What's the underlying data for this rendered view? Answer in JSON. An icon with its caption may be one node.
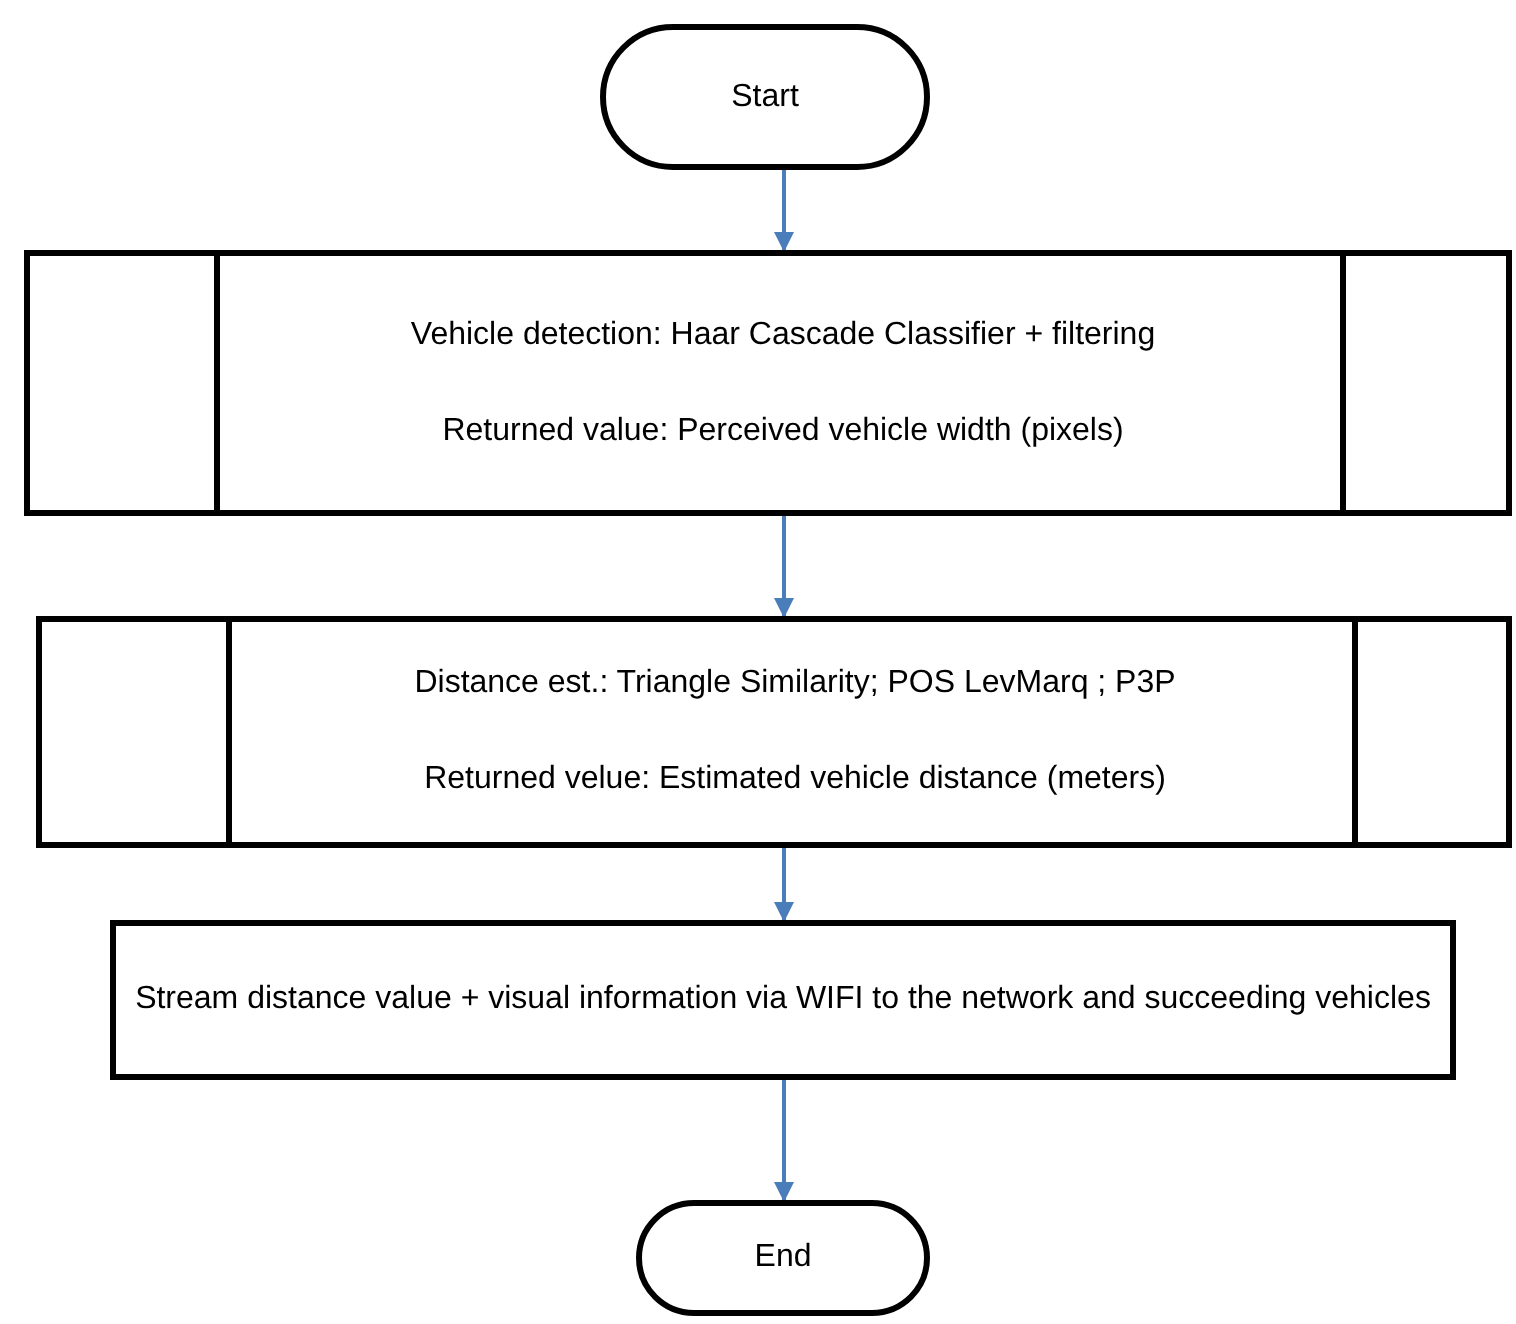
{
  "diagram": {
    "nodes": [
      {
        "text": [
          "Start"
        ]
      },
      {
        "text": [
          "Vehicle detection: Haar Cascade Classifier + filtering",
          "Returned value: Perceived vehicle width (pixels)"
        ]
      },
      {
        "text": [
          "Distance est.: Triangle Similarity; POS LevMarq ; P3P",
          "Returned velue: Estimated vehicle distance (meters)"
        ]
      },
      {
        "text": [
          "Stream distance value + visual information via WIFI to the network and succeeding vehicles"
        ]
      },
      {
        "text": [
          "End"
        ]
      }
    ],
    "edges": [
      {
        "from": 0,
        "to": 1,
        "arrow": "to",
        "color": "#4a7ebb"
      },
      {
        "from": 1,
        "to": 2,
        "arrow": "to",
        "color": "#4a7ebb"
      },
      {
        "from": 2,
        "to": 3,
        "arrow": "to",
        "color": "#4a7ebb"
      },
      {
        "from": 3,
        "to": 4,
        "arrow": "to",
        "color": "#4a7ebb"
      }
    ]
  }
}
